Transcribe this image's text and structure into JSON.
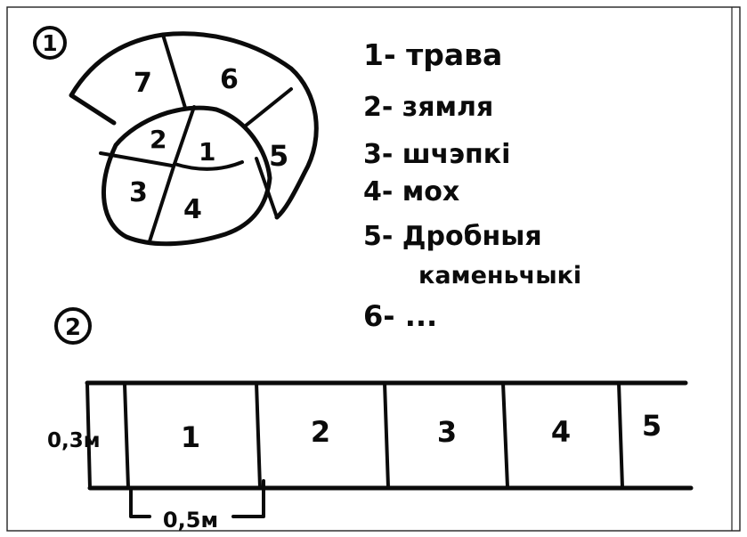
{
  "diagram_1": {
    "marker": "1",
    "segments": [
      "7",
      "6",
      "2",
      "1",
      "5",
      "3",
      "4"
    ]
  },
  "legend": {
    "items": [
      "1- трава",
      "2- зямля",
      "3- шчэпкі",
      "4- мох",
      "5- Дробныя",
      "каменьчыкі",
      "6- ..."
    ]
  },
  "diagram_2": {
    "marker": "2",
    "cells": [
      "1",
      "2",
      "3",
      "4",
      "5"
    ],
    "height_dim": "0,3м",
    "width_dim": "0,5м"
  }
}
